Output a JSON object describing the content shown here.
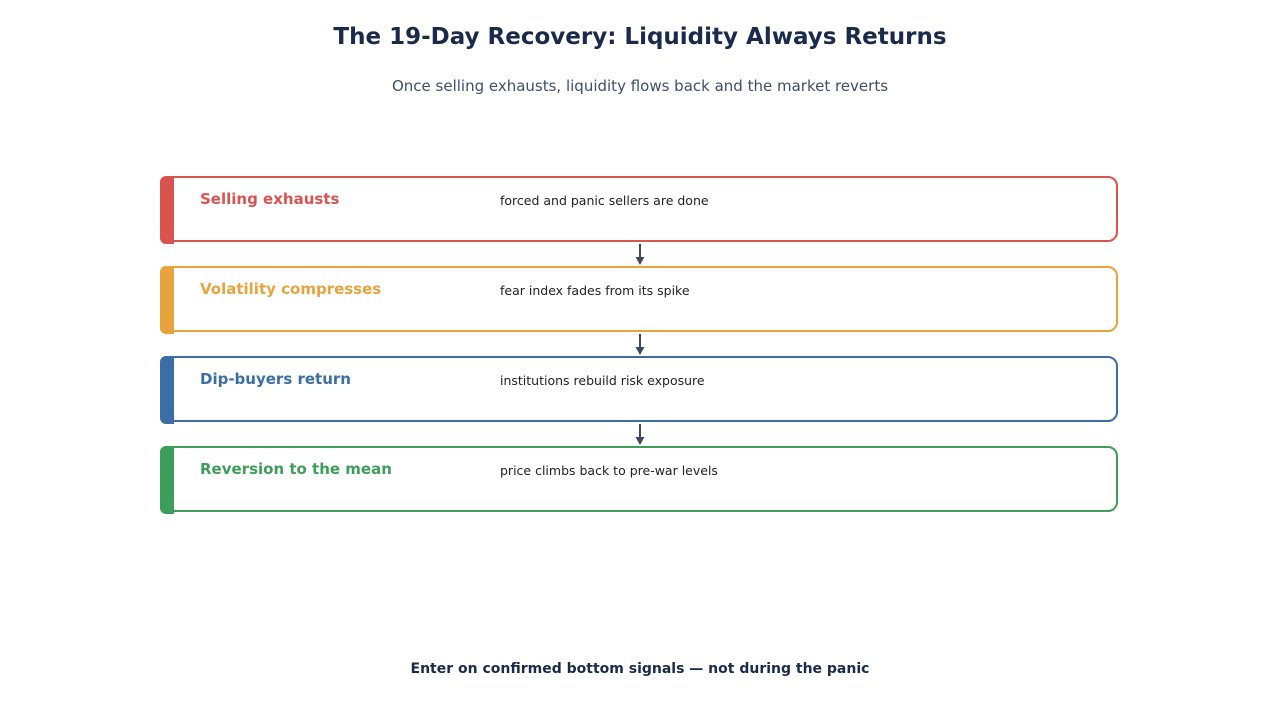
{
  "header": {
    "title": "The 19-Day Recovery: Liquidity Always Returns",
    "subtitle": "Once selling exhausts, liquidity flows back and the market reverts"
  },
  "steps": [
    {
      "label": "Selling exhausts",
      "description": "forced and panic sellers are done",
      "color": "#d9534f"
    },
    {
      "label": "Volatility compresses",
      "description": "fear index fades from its spike",
      "color": "#e8a33d"
    },
    {
      "label": "Dip-buyers return",
      "description": "institutions rebuild risk exposure",
      "color": "#3a6ea5"
    },
    {
      "label": "Reversion to the mean",
      "description": "price climbs back to pre-war levels",
      "color": "#3d9e5a"
    }
  ],
  "footer": {
    "note": "Enter on confirmed bottom signals — not during the panic"
  },
  "colors": {
    "title": "#1a2a4a",
    "subtitle": "#3d4f6a",
    "arrow": "#3d4a63"
  }
}
